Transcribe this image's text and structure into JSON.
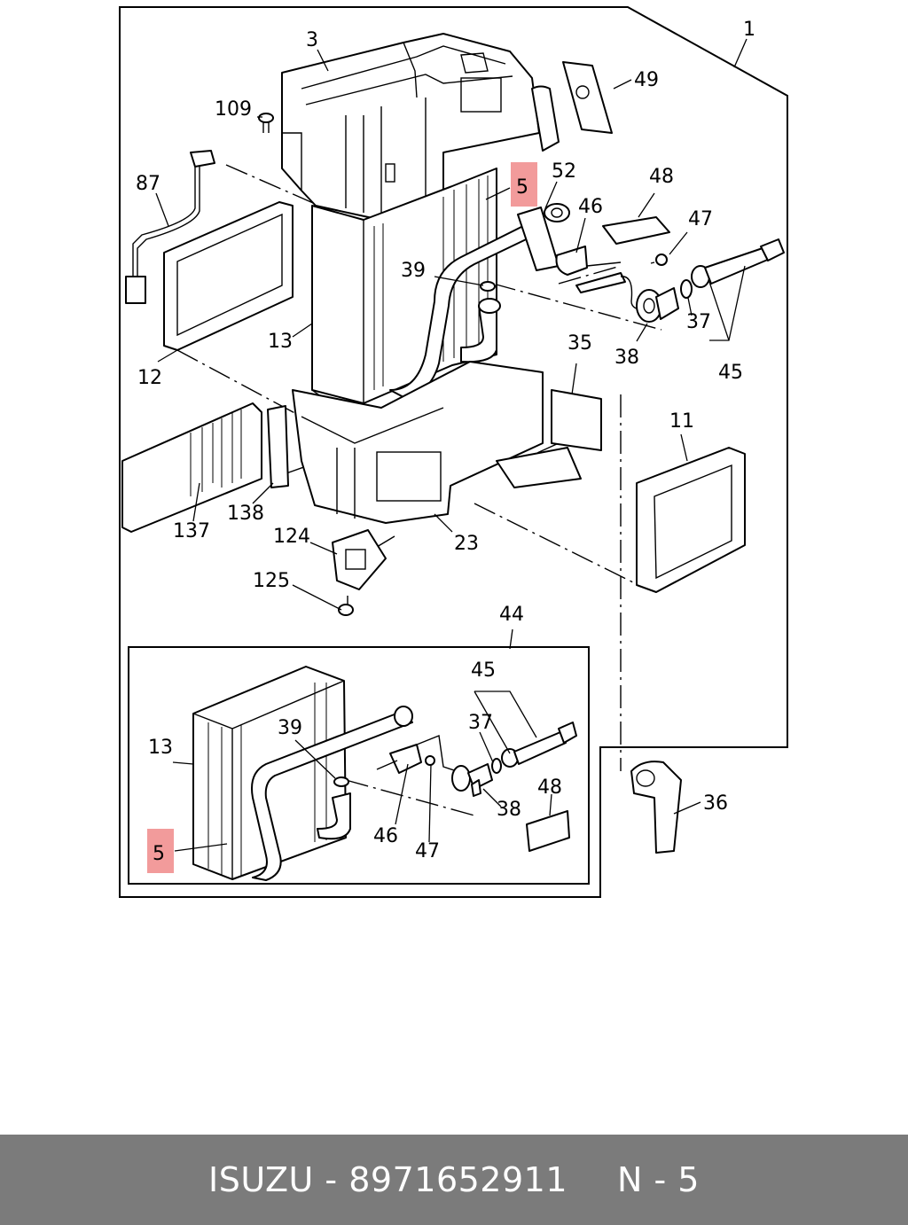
{
  "callouts": {
    "c1": "1",
    "c3": "3",
    "c109": "109",
    "c87": "87",
    "c12": "12",
    "c13": "13",
    "c5": "5",
    "c52": "52",
    "c48": "48",
    "c46": "46",
    "c47": "47",
    "c49": "49",
    "c39": "39",
    "c37": "37",
    "c38": "38",
    "c45": "45",
    "c35": "35",
    "c11": "11",
    "c137": "137",
    "c138": "138",
    "c124": "124",
    "c125": "125",
    "c23": "23",
    "c44": "44",
    "c36": "36",
    "i13": "13",
    "i39": "39",
    "i45": "45",
    "i37": "37",
    "i46": "46",
    "i47": "47",
    "i48": "48",
    "i38": "38",
    "i5": "5"
  },
  "highlight_color": "#f29b9b",
  "footer": {
    "brand": "ISUZU",
    "separator": "-",
    "part_number": "8971652911",
    "code": "N - 5",
    "background": "#7b7b7b"
  }
}
